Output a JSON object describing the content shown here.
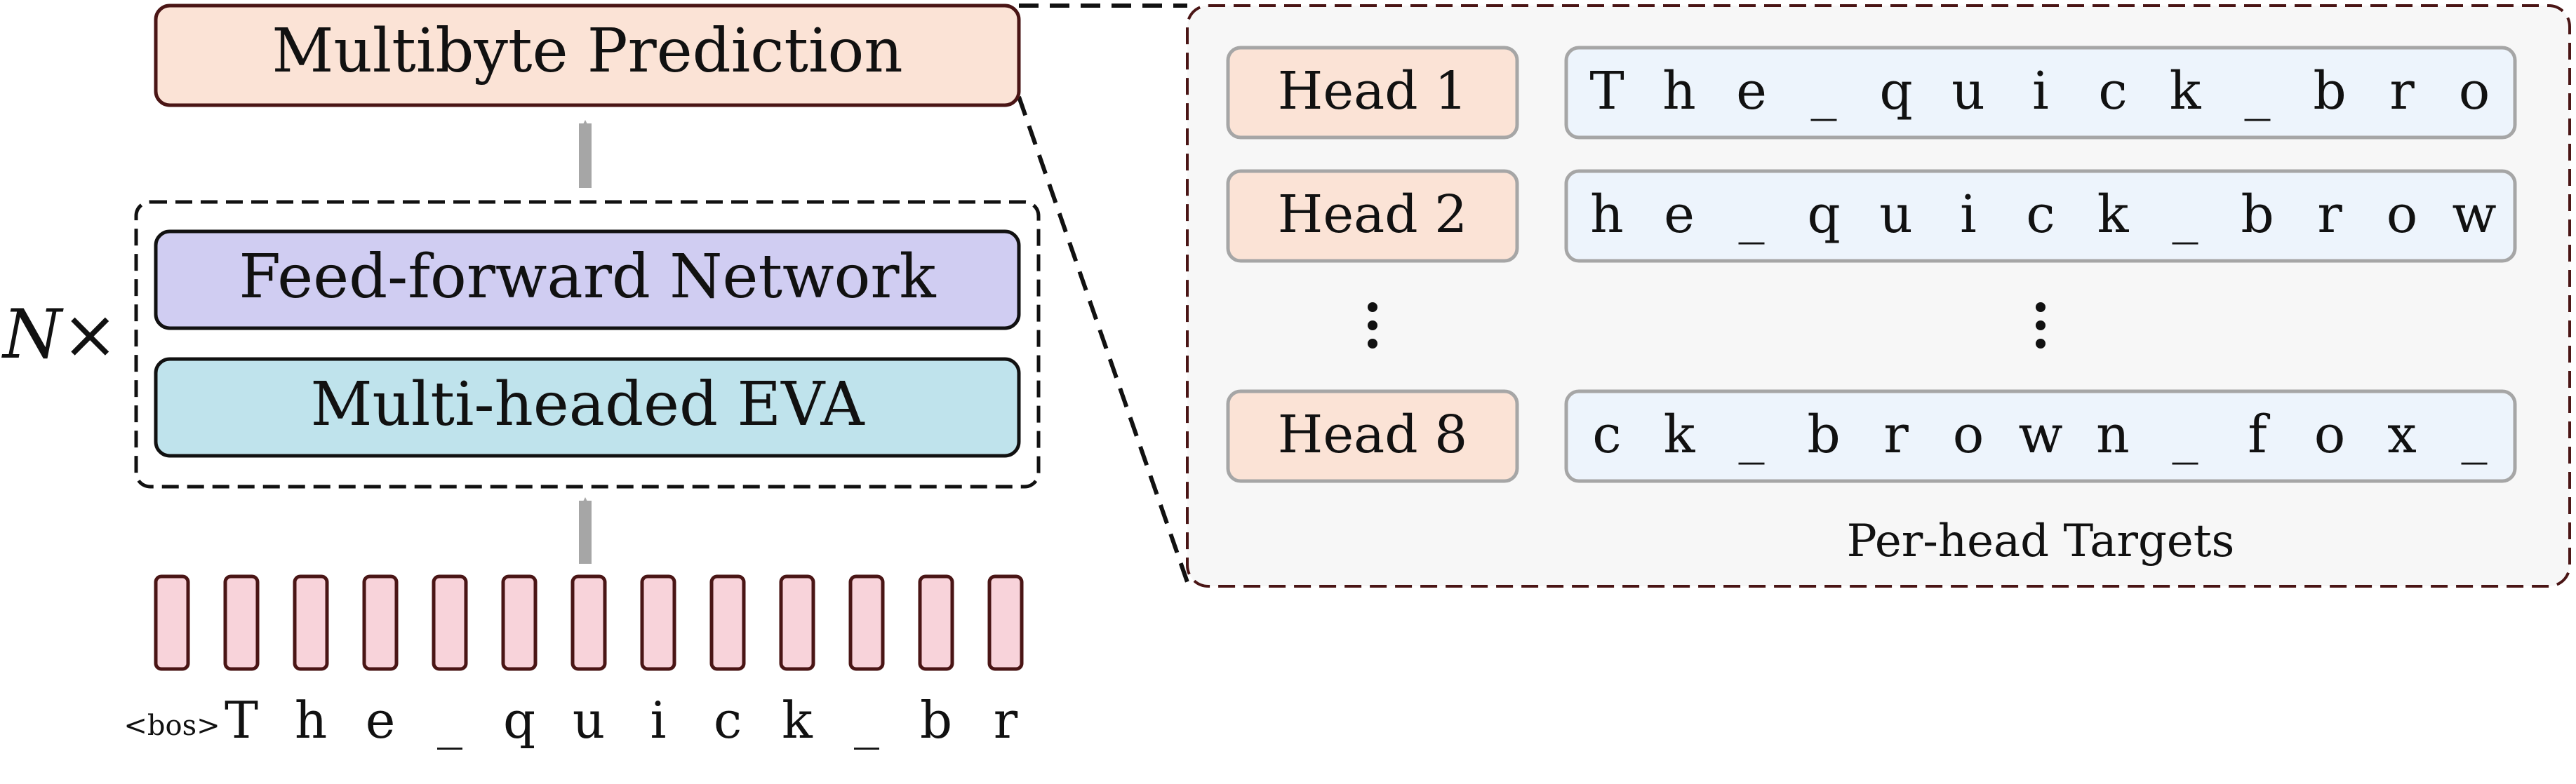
{
  "left": {
    "prediction_label": "Multibyte Prediction",
    "ffn_label": "Feed-forward Network",
    "attention_label": "Multi-headed EVA",
    "repeat_label": "N×",
    "bos_token": "<bos>",
    "input_tokens": [
      "T",
      "h",
      "e",
      "_",
      "q",
      "u",
      "i",
      "c",
      "k",
      "_",
      "b",
      "r"
    ]
  },
  "right": {
    "heads": [
      {
        "label": "Head 1",
        "targets": [
          "T",
          "h",
          "e",
          "_",
          "q",
          "u",
          "i",
          "c",
          "k",
          "_",
          "b",
          "r",
          "o"
        ]
      },
      {
        "label": "Head 2",
        "targets": [
          "h",
          "e",
          "_",
          "q",
          "u",
          "i",
          "c",
          "k",
          "_",
          "b",
          "r",
          "o",
          "w"
        ]
      },
      {
        "label": "Head 8",
        "targets": [
          "c",
          "k",
          "_",
          "b",
          "r",
          "o",
          "w",
          "n",
          "_",
          "f",
          "o",
          "x",
          "_"
        ]
      }
    ],
    "ellipsis": "⋮",
    "caption": "Per-head Targets"
  },
  "colors": {
    "prediction_fill": "#fbe3d6",
    "ffn_fill": "#d0cdf2",
    "attention_fill": "#bfe3ec",
    "token_fill": "#f8d3da",
    "head_fill": "#fbe3d6",
    "target_fill": "#edf4fc",
    "panel_fill": "#f7f7f7",
    "dark_outline": "#4a1515"
  }
}
